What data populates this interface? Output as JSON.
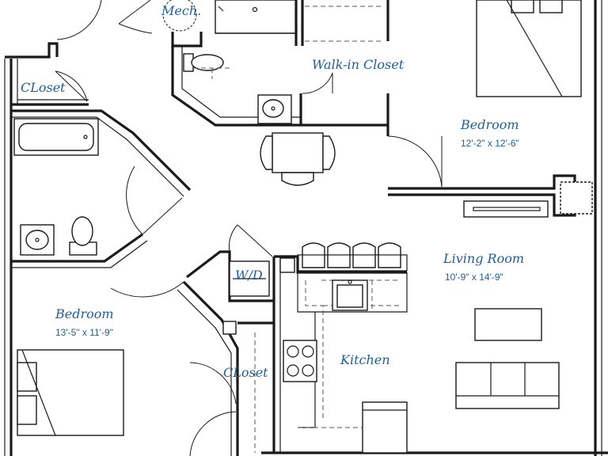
{
  "labels": {
    "mech": "Mech.",
    "walkin_closet": "Walk-in Closet",
    "closet_top": "CLoset",
    "bedroom_right": "Bedroom",
    "bedroom_right_dim": "12'-2\" x 12'-6\"",
    "living_room": "Living Room",
    "living_room_dim": "10'-9\" x 14'-9\"",
    "wd": "W/D",
    "bedroom_left": "Bedroom",
    "bedroom_left_dim": "13'-5\" x 11'-9\"",
    "closet_bottom": "CLoset",
    "kitchen": "Kitchen"
  },
  "colors": {
    "label": "#1f5f96",
    "wall": "#1a1a1a",
    "background": "#ffffff"
  }
}
